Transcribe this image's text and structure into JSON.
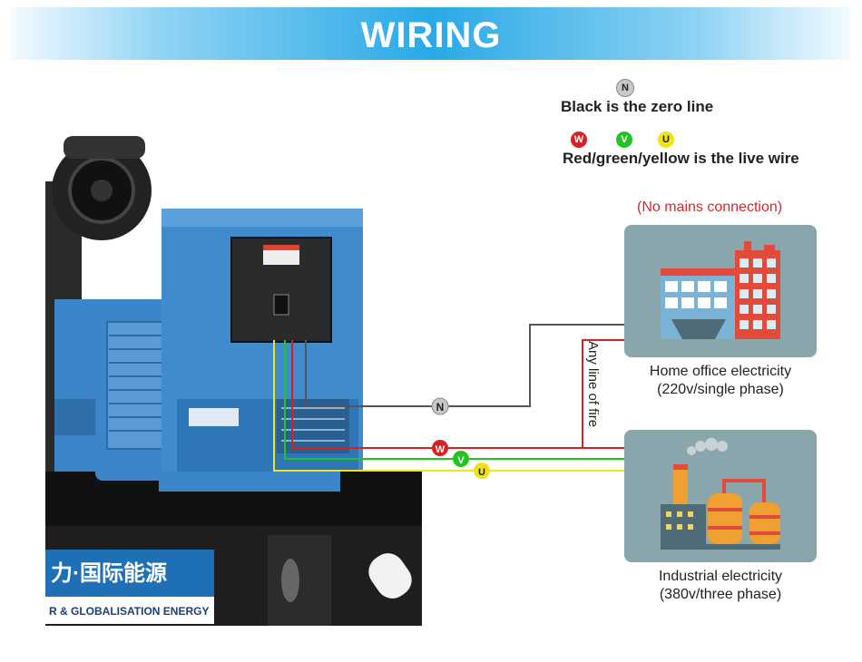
{
  "banner": {
    "title": "WIRING"
  },
  "legend": {
    "neutral": {
      "letter": "N",
      "color": "#c8c8c8",
      "text": "Black is the zero line"
    },
    "live": {
      "dots": [
        {
          "letter": "W",
          "color": "#d91f1f",
          "text_color": "#ffffff"
        },
        {
          "letter": "V",
          "color": "#22c322",
          "text_color": "#ffffff"
        },
        {
          "letter": "U",
          "color": "#f0e31a",
          "text_color": "#222222"
        }
      ],
      "text": "Red/green/yellow is the live wire"
    }
  },
  "note": "(No mains connection)",
  "home": {
    "caption_line1": "Home office electricity",
    "caption_line2": "(220v/single phase)"
  },
  "industry": {
    "caption_line1": "Industrial electricity",
    "caption_line2": "(380v/three phase)"
  },
  "fire_label": "Any line of fire",
  "wire_markers": {
    "n": "N",
    "w": "W",
    "v": "V",
    "u": "U"
  },
  "generator": {
    "brand_cn": "力·国际能源",
    "brand_en": "R & GLOBALISATION ENERGY"
  },
  "colors": {
    "banner": "#29a9e6",
    "generator_blue": "#3b86c8",
    "panel": "#8aa6ad",
    "wire_black": "#555555",
    "wire_red": "#d91f1f",
    "wire_green": "#22c322",
    "wire_yellow": "#f0e31a"
  }
}
